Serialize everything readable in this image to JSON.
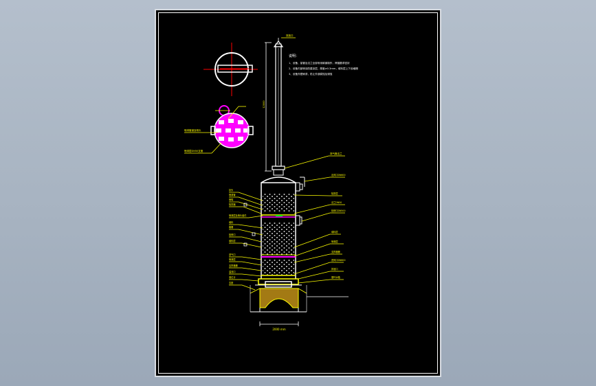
{
  "colors": {
    "background": "#a7b3c1",
    "sheet": "#000000",
    "line": "#ffffff",
    "leader": "#ffff00",
    "dimension": "#ff0000",
    "plate": "#ff00ff",
    "nozzle": "#00ff00"
  },
  "notes": {
    "heading": "说明：",
    "line1": "1、设备、接管及法兰全部采用碳钢制作，焊缝要求密封",
    "line2": "2、设备内部喷涂防腐涂层，厚度≥0.3mm，填料层上下设格栅",
    "line3": "3、设备外壁刷漆，防止外部腐蚀及锈蚀"
  },
  "labels": {
    "stack_top": "排放口",
    "stack_height": "12000",
    "plate_label_1": "喷淋管道及喷头",
    "plate_label_2": "喷淋层DN50支管",
    "stack_flange": "排气筒法兰",
    "outlet": "出风口DN600",
    "demister": "除雾层",
    "flange_right": "法兰DN50",
    "manhole_right": "检修口DN500",
    "packing_right": "填料层",
    "spray_right": "喷淋层",
    "support_right": "支撑格栅",
    "inlet_right": "进风口DN600",
    "drain_right": "排液口",
    "tank_right": "循环水箱",
    "left_1": "封头",
    "left_2": "喷淋管",
    "left_3": "喷嘴",
    "left_4": "除雾器",
    "left_5": "喷淋层及喷头组件",
    "left_6": "填料",
    "left_7": "格栅",
    "left_8": "检修口",
    "left_9": "填料层",
    "left_10": "进气口",
    "left_11": "喷淋层",
    "left_12": "支撑格栅",
    "left_13": "溢流口",
    "left_14": "液位计",
    "left_15": "支座",
    "width_dim": "2000",
    "width_unit": "mm"
  }
}
